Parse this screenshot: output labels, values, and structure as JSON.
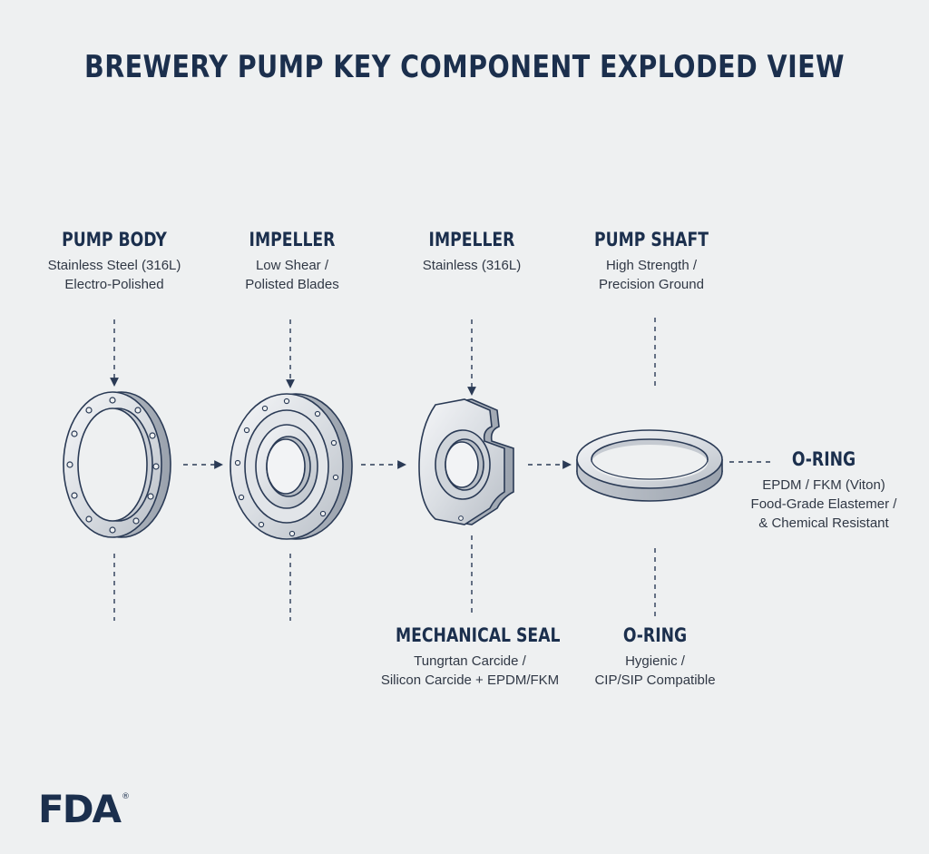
{
  "title": "BREWERY PUMP KEY COMPONENT EXPLODED VIEW",
  "components_top": [
    {
      "name": "PUMP BODY",
      "lines": [
        "Stainless Steel (316L)",
        "Electro-Polished"
      ]
    },
    {
      "name": "IMPELLER",
      "lines": [
        "Low Shear /",
        "Polisted Blades"
      ]
    },
    {
      "name": "IMPELLER",
      "lines": [
        "Stainless (316L)"
      ]
    },
    {
      "name": "PUMP SHAFT",
      "lines": [
        "High Strength /",
        "Precision Ground"
      ]
    }
  ],
  "component_side": {
    "name": "O-RING",
    "lines": [
      "EPDM / FKM (Viton)",
      "Food-Grade Elastemer /",
      "& Chemical Resistant"
    ]
  },
  "components_bottom": [
    {
      "name": "MECHANICAL SEAL",
      "lines": [
        "Tungrtan Carcide /",
        "Silicon Carcide + EPDM/FKM"
      ]
    },
    {
      "name": "O-RING",
      "lines": [
        "Hygienic /",
        "CIP/SIP Compatible"
      ]
    }
  ],
  "logo": {
    "text": "FDA",
    "mark": "®"
  },
  "icons": [
    "pump-body-flange-ring",
    "impeller-disc",
    "mechanical-seal-block",
    "o-ring-ring",
    "down-arrow-icon",
    "right-arrow-icon"
  ],
  "colors": {
    "background": "#eef0f1",
    "navy": "#1b2f4d",
    "metal_light": "#e3e6ea",
    "metal_mid": "#c7ccd3",
    "outline": "#2a3a55"
  }
}
